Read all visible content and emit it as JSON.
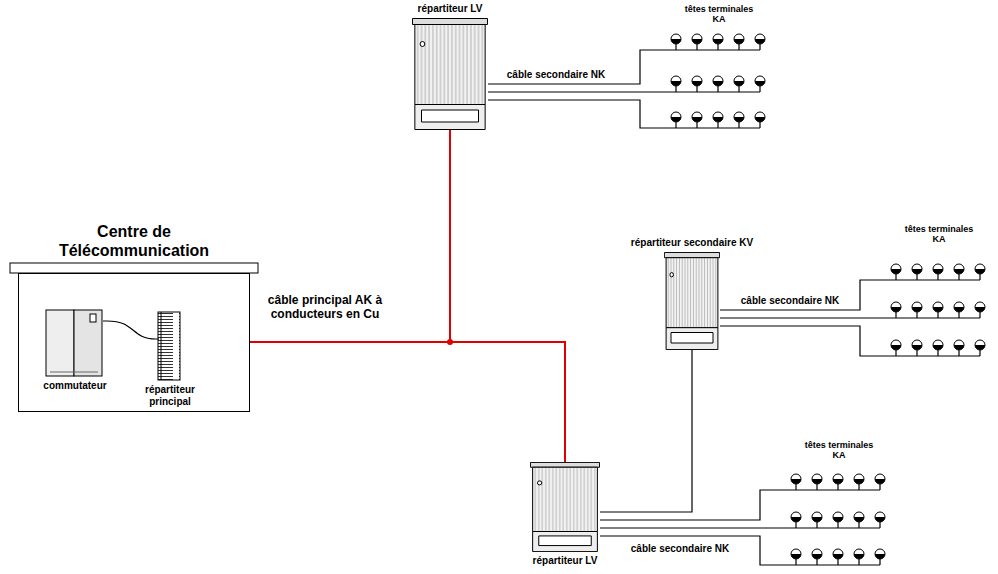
{
  "diagram": {
    "nodes": [
      {
        "text": [
          "Centre de Télécommunication"
        ]
      },
      {
        "text": [
          "commutateur"
        ],
        "in": 0
      },
      {
        "text": [
          "répartiteur principal"
        ],
        "in": 0
      },
      {
        "text": [
          "répartiteur LV"
        ]
      },
      {
        "text": [
          "têtes terminales KA"
        ]
      },
      {
        "text": [
          "répartiteur secondaire KV"
        ]
      },
      {
        "text": [
          "têtes terminales KA"
        ]
      },
      {
        "text": [
          "répartiteur LV"
        ]
      },
      {
        "text": [
          "têtes terminales KA"
        ]
      }
    ],
    "edges": [
      {
        "from": 1,
        "to": 2,
        "arrow": "none"
      },
      {
        "from": 0,
        "to": 3,
        "arrow": "none",
        "label": "câble principal AK à conducteurs en Cu"
      },
      {
        "from": 0,
        "to": 7,
        "arrow": "none"
      },
      {
        "from": 3,
        "to": 4,
        "arrow": "none",
        "label": "câble secondaire NK"
      },
      {
        "from": 5,
        "to": 6,
        "arrow": "none",
        "label": "câble secondaire NK"
      },
      {
        "from": 7,
        "to": 5,
        "arrow": "none"
      },
      {
        "from": 7,
        "to": 8,
        "arrow": "none",
        "label": "câble secondaire NK"
      }
    ]
  }
}
